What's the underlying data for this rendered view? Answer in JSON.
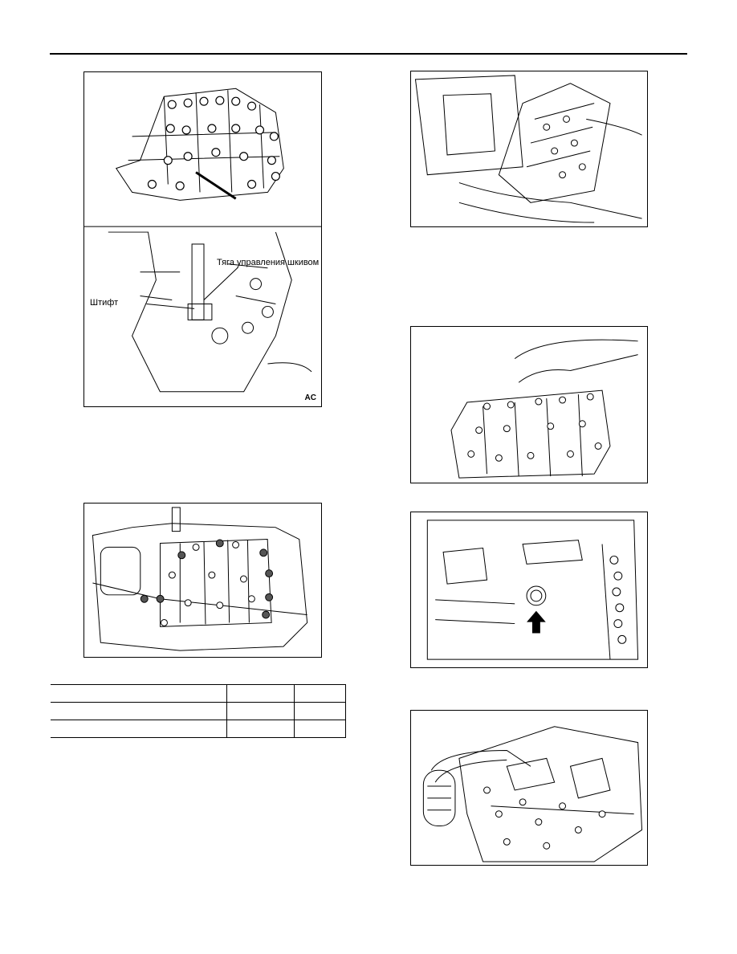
{
  "figures": {
    "fig1": {
      "label_pulley_link": "Тяга управления шкивом",
      "label_pin": "Штифт",
      "corner_code": "AC"
    }
  },
  "table": {
    "rows": [
      [
        "",
        "",
        ""
      ],
      [
        "",
        "",
        ""
      ],
      [
        "",
        "",
        ""
      ]
    ]
  }
}
